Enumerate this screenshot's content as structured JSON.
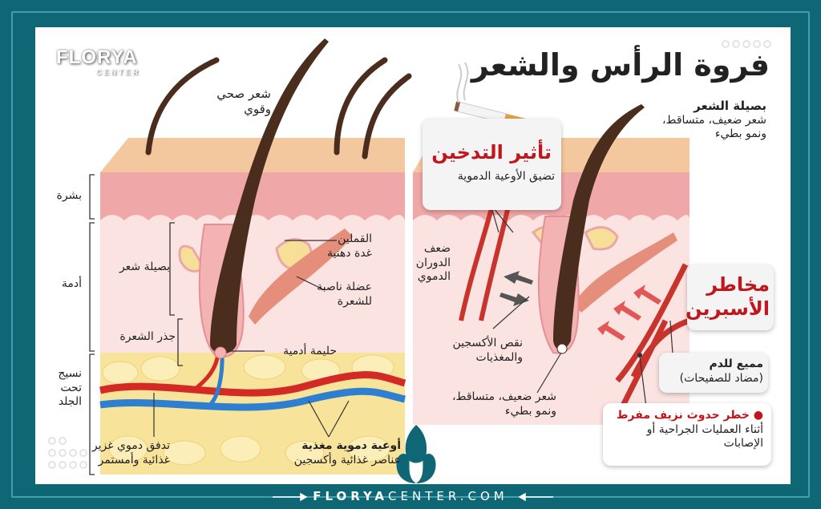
{
  "brand": {
    "logo_main": "FLORYA",
    "logo_sub": "CENTER",
    "footer_url_bold": "FLORYA",
    "footer_url_rest": "CENTER.COM",
    "teal": "#0f6675"
  },
  "title": "فروة الرأس والشعر",
  "left": {
    "healthy_hair": [
      "شعر صحي",
      "وقوي"
    ],
    "epidermis": "بشرة",
    "dermis": "أدمة",
    "hypodermis": [
      "نسيج",
      "تحت",
      "الجلد"
    ],
    "hair_follicle": "بصيلة شعر",
    "hair_root": "جذر الشعرة",
    "sebaceous": [
      "القملين",
      "غدة دهنية"
    ],
    "arrector": [
      "عضلة ناصبة",
      "للشعرة"
    ],
    "papilla": "حليمة أدمية",
    "blood_flow": [
      "تدفق دموي غزير",
      "غذائية وأمستمر"
    ],
    "vessels_title": "أوعية دموية مغذية",
    "vessels_sub": "عناصر غذائية وأكسجين"
  },
  "right": {
    "follicle_title": "بصيلة الشعر",
    "follicle_sub": [
      "شعر ضعيف، متساقط،",
      "ونمو بطيء"
    ],
    "smoking_title": "تأثير التدخين",
    "smoking_sub": "تضيق الأوعية الدموية",
    "weak_circulation": [
      "ضعف",
      "الدوران",
      "الدموي"
    ],
    "lack_oxygen": [
      "نقص الأكسجين",
      "والمغذيات"
    ],
    "weak_hair": [
      "شعر ضعيف، متساقط،",
      "ونمو بطيء"
    ],
    "aspirin_title": [
      "مخاطر",
      "الأسبرين"
    ],
    "thinner_title": "مميع للدم",
    "thinner_sub": "(مضاد للصفيحات)",
    "bleeding_title": "خطر حدوث نزيف مفرط",
    "bleeding_sub": [
      "أثناء العمليات الجراحية أو",
      "الإصابات"
    ]
  },
  "colors": {
    "red": "#c0161c",
    "skin_top": "#f3c89e",
    "epidermis": "#f0a7a8",
    "dermis": "#fbe3e1",
    "fat": "#f8e39b",
    "hair": "#4a2d1c",
    "artery": "#d42a26",
    "vein": "#2f7fd0"
  }
}
